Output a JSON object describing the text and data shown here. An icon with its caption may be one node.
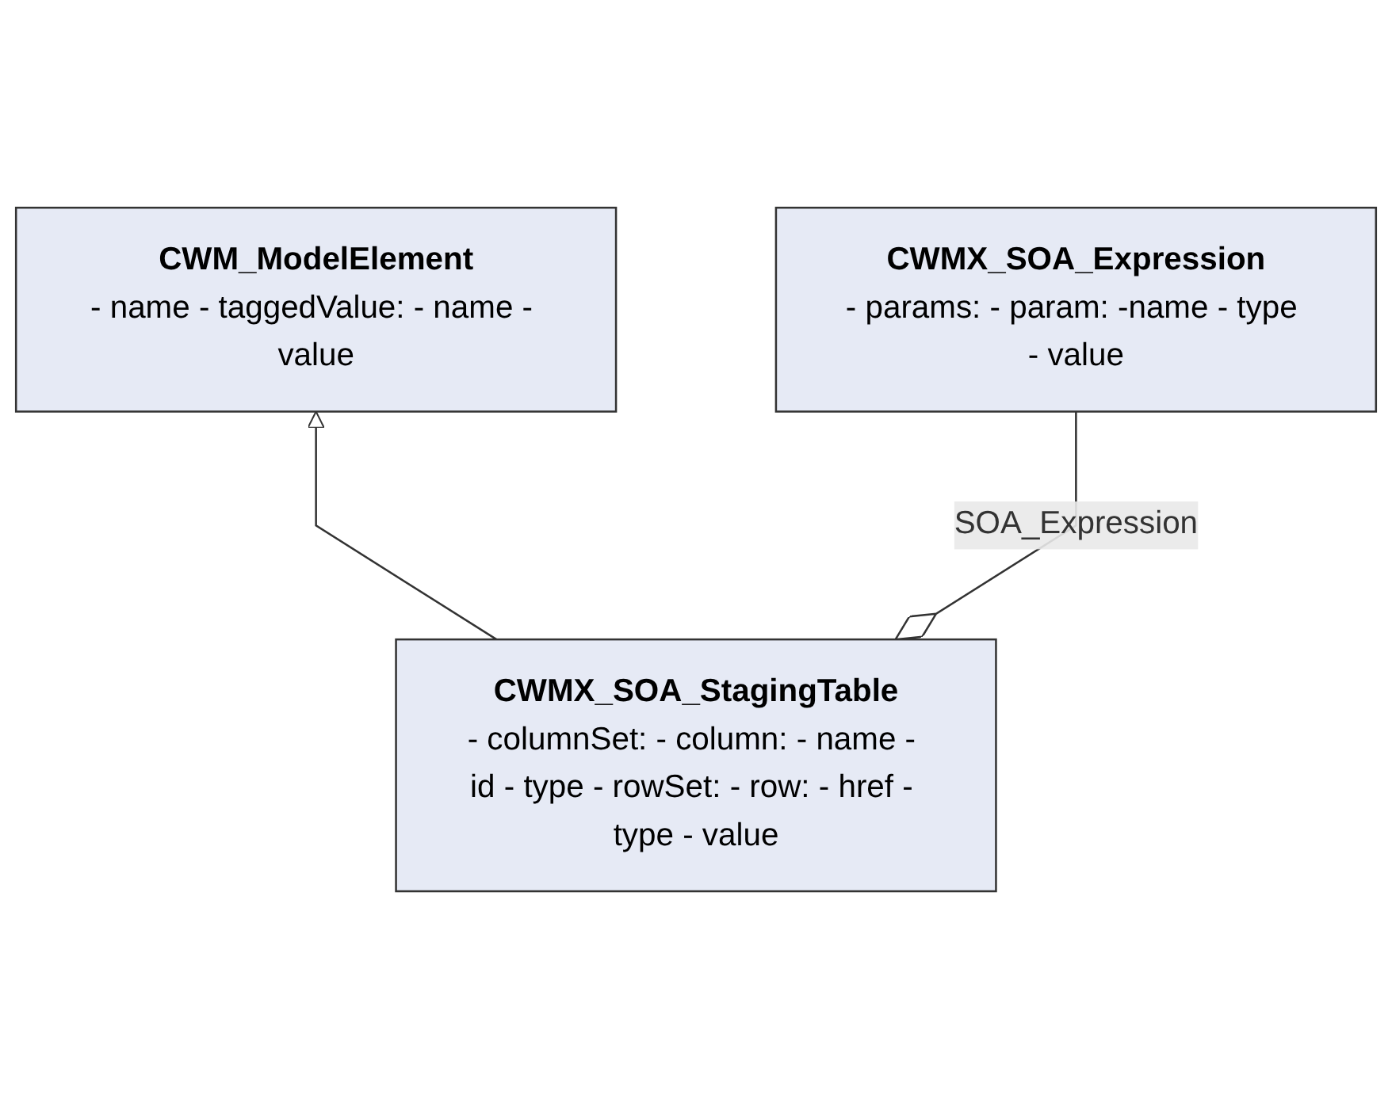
{
  "diagram": {
    "nodes": [
      {
        "text": [
          "CWM_ModelElement",
          "- name - taggedValue: - name - value"
        ]
      },
      {
        "text": [
          "CWMX_SOA_StagingTable",
          "- columnSet: - column: - name - id - type - rowSet: - row: - href - type - value"
        ]
      },
      {
        "text": [
          "CWMX_SOA_Expression",
          "- params: - param: -name - type - value"
        ]
      }
    ],
    "edges": [
      {
        "from": 1,
        "to": 0,
        "arrow": "to"
      },
      {
        "from": 1,
        "to": 2,
        "arrow": "other",
        "label": "SOA_Expression"
      }
    ]
  }
}
